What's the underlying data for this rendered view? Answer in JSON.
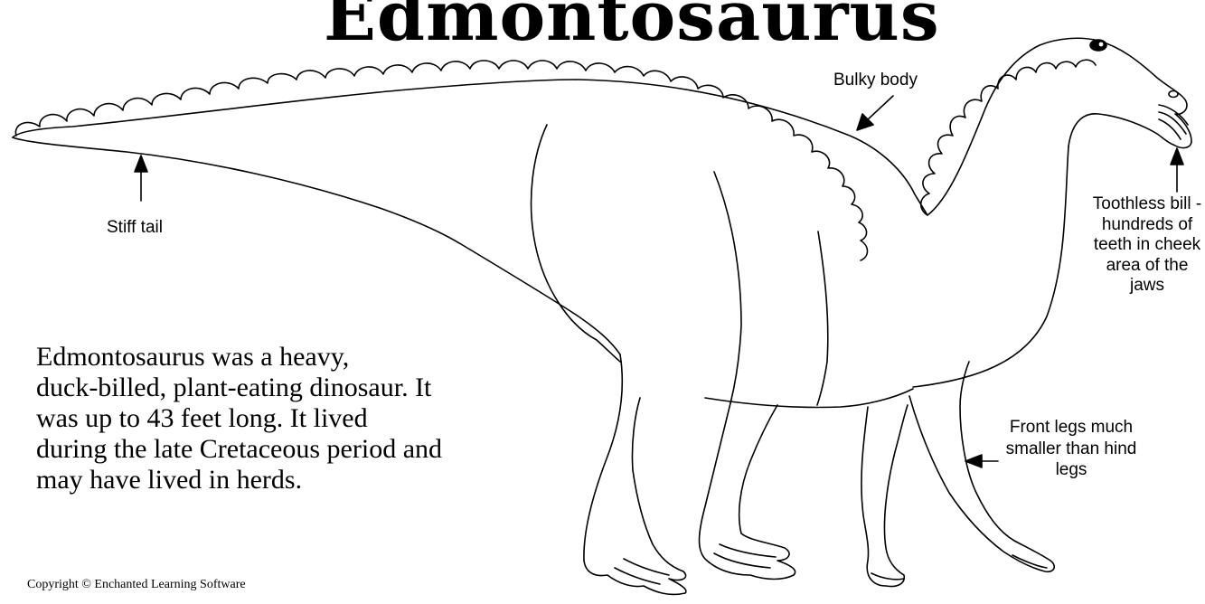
{
  "title": "Edmontosaurus",
  "labels": {
    "tail": "Stiff tail",
    "body": "Bulky body",
    "bill": "Toothless bill - hundreds of teeth in cheek area of the jaws",
    "legs": "Front legs much smaller than hind legs"
  },
  "description": "Edmontosaurus was a heavy,\nduck-billed, plant-eating dinosaur.  It\nwas up to 43 feet long.  It lived\nduring the late Cretaceous period and\nmay have lived in herds.",
  "copyright": "Copyright © Enchanted Learning Software",
  "colors": {
    "line": "#000000",
    "background": "#ffffff"
  }
}
